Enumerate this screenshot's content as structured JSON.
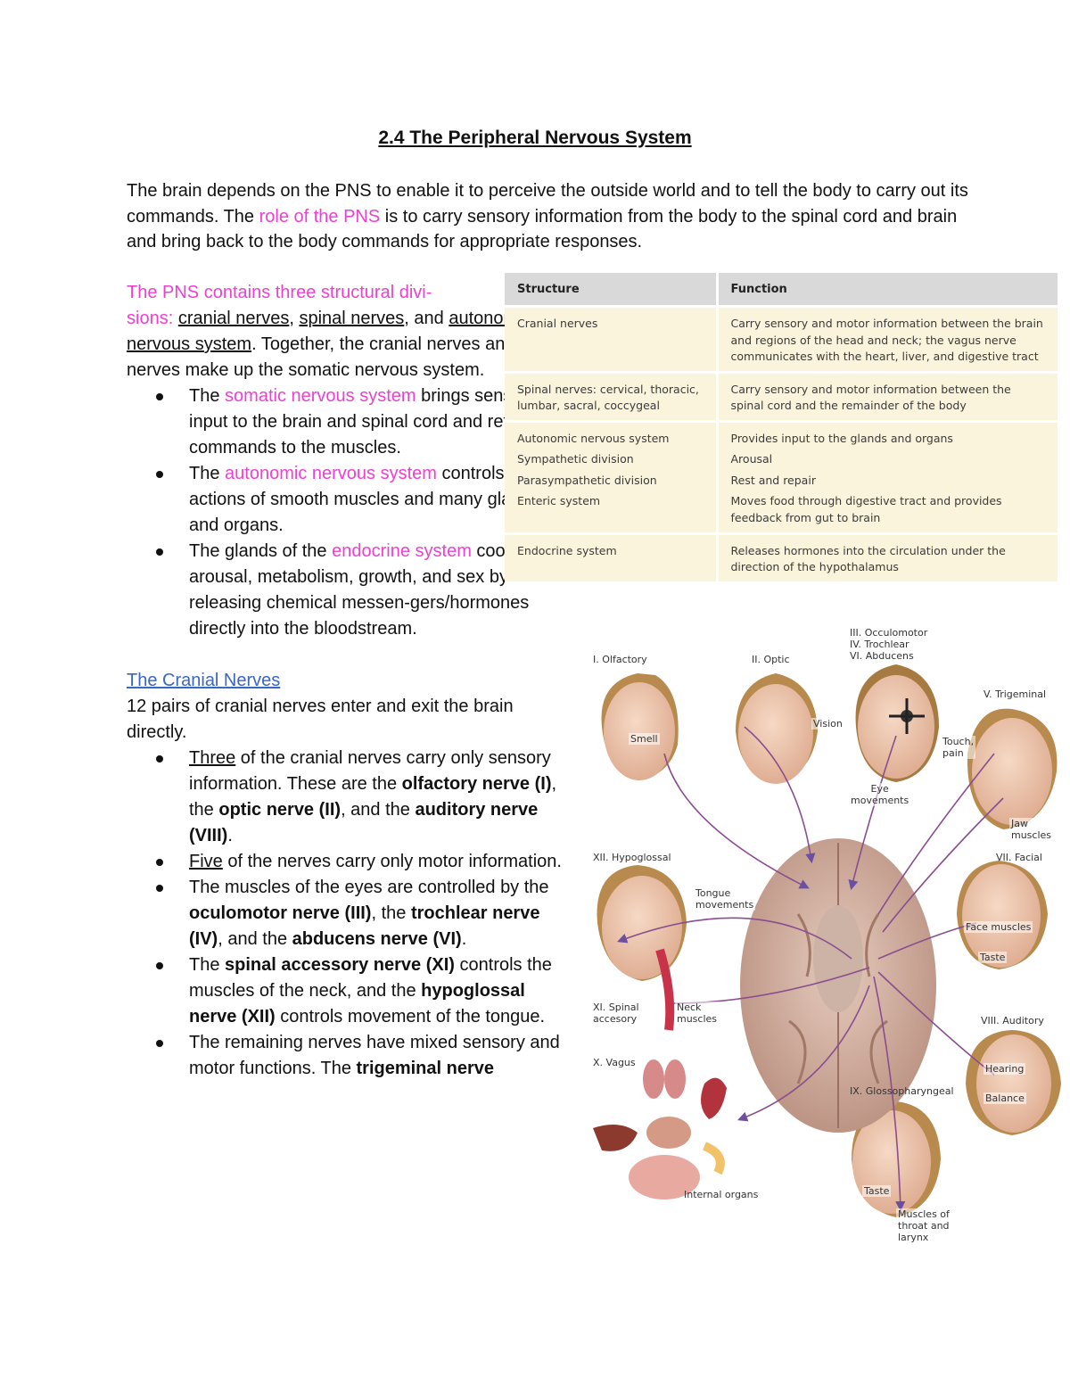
{
  "title": "2.4 The Peripheral Nervous System",
  "intro": {
    "t1": "The brain depends on the PNS to enable it to perceive the outside world and to tell the body to carry out its commands. The ",
    "t2": "role of the PNS",
    "t3": " is to carry sensory information from the body to the spinal cord and brain and bring back to the body commands for appropriate responses."
  },
  "divisions": {
    "p1": "The PNS contains three structural divi-",
    "p2": "sions:",
    "cranial": "cranial nerves",
    "comma1": ",",
    "spinal": "spinal nerves",
    "and": ", and",
    "autonomic": "autonomic nervous system",
    "rest": ". Together, the cranial nerves and spinal nerves make up the somatic nervous system.",
    "bullets": [
      {
        "pre": "The ",
        "term": "somatic nervous system",
        "post": " brings sensory input to the brain and spinal cord and returns commands to the muscles."
      },
      {
        "pre": "The ",
        "term": "autonomic nervous system",
        "post": " controls the actions of smooth muscles and many glands and organs."
      },
      {
        "pre": "The glands of the ",
        "term": "endocrine system",
        "post": " coordinate arousal, metabolism, growth, and sex by releasing chemical messen-gers/hormones directly into the bloodstream."
      }
    ]
  },
  "cranial": {
    "heading": "The Cranial Nerves",
    "intro": "12 pairs of cranial nerves enter and exit the brain directly.",
    "b1": {
      "u": "Three",
      "t1": " of the cranial nerves carry only sensory information. These are the ",
      "n1": "olfactory nerve (I)",
      "t2": ", the ",
      "n2": "optic nerve (II)",
      "t3": ", and the ",
      "n3": "auditory nerve (VIII)",
      "t4": "."
    },
    "b2": {
      "u": "Five",
      "t1": " of the nerves carry only motor information."
    },
    "b3": {
      "t1": "The muscles of the eyes are controlled by the ",
      "n1": "oculomotor nerve (III)",
      "t2": ", the ",
      "n2": "trochlear nerve (IV)",
      "t3": ", and the ",
      "n3": "abducens nerve (VI)",
      "t4": "."
    },
    "b4": {
      "t1": "The ",
      "n1": "spinal accessory nerve (XI)",
      "t2": " controls the muscles of the neck, and the ",
      "n2": "hypoglossal nerve (XII)",
      "t3": " controls movement of the tongue."
    },
    "b5": {
      "t1": "The remaining nerves have mixed sensory and motor functions. The ",
      "n1": "trigeminal nerve"
    }
  },
  "table": {
    "headers": [
      "Structure",
      "Function"
    ],
    "rows": [
      {
        "s": [
          "Cranial nerves"
        ],
        "f": [
          "Carry sensory and motor information between the brain and regions of the head and neck; the vagus nerve communicates with the heart, liver, and digestive tract"
        ]
      },
      {
        "s": [
          "Spinal nerves: cervical, thoracic, lumbar, sacral, coccygeal"
        ],
        "f": [
          "Carry sensory and motor information between the spinal cord and the remainder of the body"
        ]
      },
      {
        "s": [
          "Autonomic nervous system",
          "Sympathetic division",
          "Parasympathetic division",
          "Enteric system"
        ],
        "f": [
          "Provides input to the glands and organs",
          "Arousal",
          "Rest and repair",
          "Moves food through digestive tract and provides feedback from gut to brain"
        ]
      },
      {
        "s": [
          "Endocrine system"
        ],
        "f": [
          "Releases hormones into the circulation under the direction of the hypothalamus"
        ]
      }
    ]
  },
  "figure": {
    "olfactory": "I. Olfactory",
    "optic": "II. Optic",
    "eye_nerves": "III. Occulomotor\nIV. Trochlear\nVI. Abducens",
    "trigeminal": "V. Trigeminal",
    "smell": "Smell",
    "vision": "Vision",
    "eye_movements": "Eye\nmovements",
    "touch_pain": "Touch,\npain",
    "jaw_muscles": "Jaw\nmuscles",
    "hypoglossal": "XII. Hypoglossal",
    "tongue_movements": "Tongue\nmovements",
    "facial": "VII. Facial",
    "face_muscles": "Face muscles",
    "taste1": "Taste",
    "spinal_accesory": "XI. Spinal\naccesory",
    "neck_muscles": "Neck\nmuscles",
    "auditory": "VIII. Auditory",
    "vagus": "X. Vagus",
    "hearing": "Hearing",
    "balance": "Balance",
    "glossopharyngeal": "IX. Glossopharyngeal",
    "internal_organs": "Internal organs",
    "taste2": "Taste",
    "throat": "Muscles of\nthroat and\nlarynx"
  },
  "colors": {
    "pink": "#ee3fd0",
    "link_blue": "#3a66c4",
    "table_header": "#d9d9d9",
    "table_row": "#fbf4dc",
    "nerve_line": "#8a4d8f",
    "brain": "#d8b7a6"
  }
}
